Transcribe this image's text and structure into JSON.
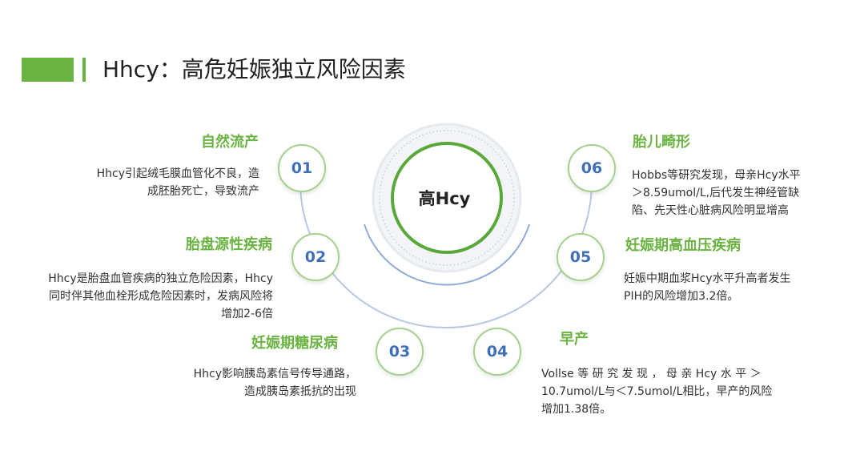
{
  "title": "Hhcy：高危妊娠独立风险因素",
  "center": "高Hcy",
  "items": [
    {
      "num": "01",
      "head": "自然流产",
      "desc": [
        "Hhcy引起绒毛膜血管化不良，造",
        "成胚胎死亡，导致流产"
      ]
    },
    {
      "num": "02",
      "head": "胎盘源性疾病",
      "desc": [
        "Hhcy是胎盘血管疾病的独立危险因素，Hhcy",
        "同时伴其他血栓形成危险因素时，发病风险将",
        "增加2-6倍"
      ]
    },
    {
      "num": "03",
      "head": "妊娠期糖尿病",
      "desc": [
        "Hhcy影响胰岛素信号传导通路，",
        "造成胰岛素抵抗的出现"
      ]
    },
    {
      "num": "04",
      "head": "早产",
      "desc": [
        "Vollse 等 研 究 发 现 ， 母 亲 Hcy 水 平 ＞",
        "10.7umol/L与＜7.5umol/L相比，早产的风险",
        "增加1.38倍。"
      ]
    },
    {
      "num": "05",
      "head": "妊娠期高血压疾病",
      "desc": [
        "妊娠中期血浆Hcy水平升高者发生",
        "PIH的风险增加3.2倍。"
      ]
    },
    {
      "num": "06",
      "head": "胎儿畸形",
      "desc": [
        "Hobbs等研究发现，母亲Hcy水平",
        "＞8.59umol/L,后代发生神经管缺",
        "陷、先天性心脏病风险明显增高"
      ]
    }
  ],
  "colors": {
    "accent": "#6bb343",
    "number": "#3f6fb5",
    "arc": "#a9bedf"
  }
}
